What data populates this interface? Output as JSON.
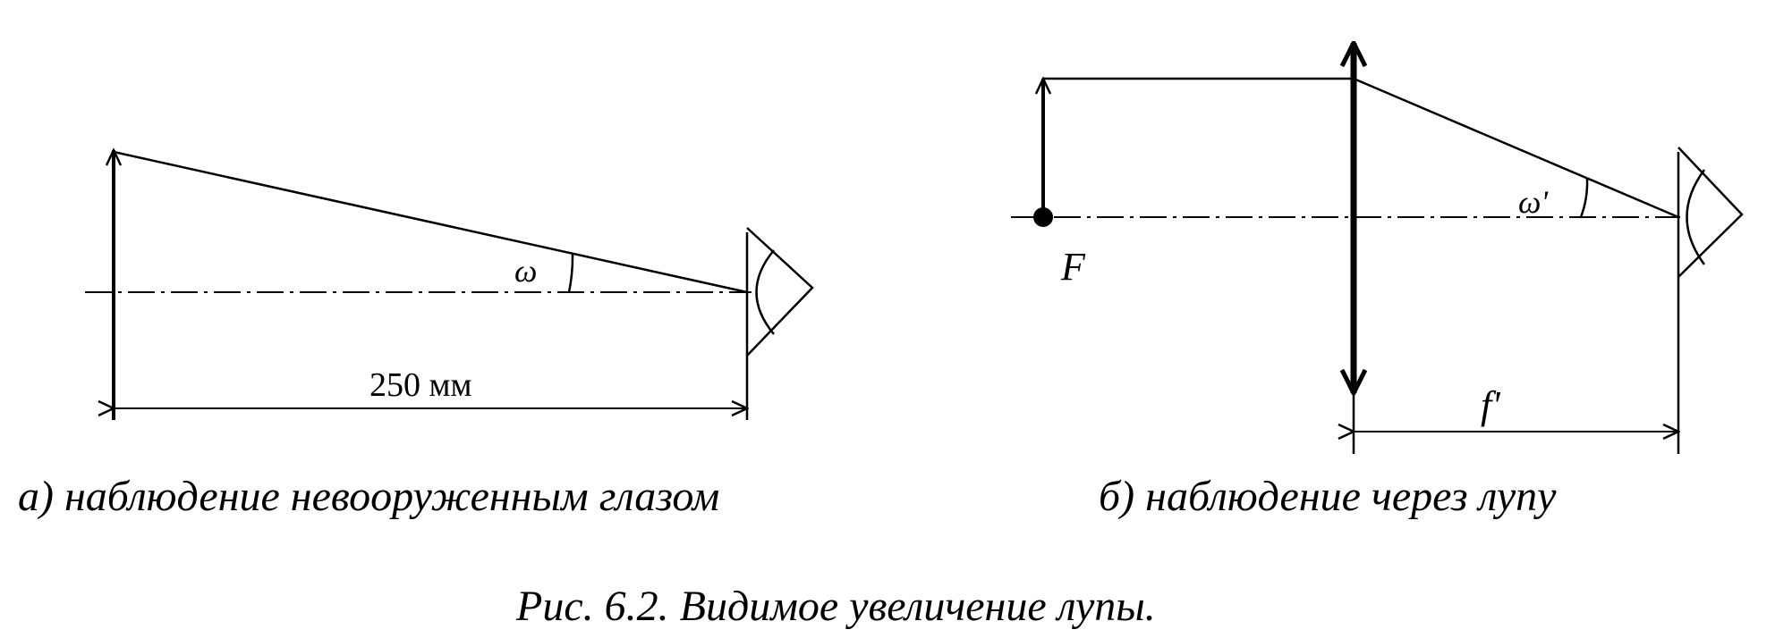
{
  "panel_a": {
    "angle_label": "ω",
    "distance_label": "250 мм",
    "caption": "а) наблюдение невооруженным глазом"
  },
  "panel_b": {
    "focus_label": "F",
    "angle_label": "ω'",
    "focal_length_label": "f'",
    "caption": "б) наблюдение через лупу"
  },
  "figure_caption": "Рис. 6.2. Видимое увеличение лупы."
}
